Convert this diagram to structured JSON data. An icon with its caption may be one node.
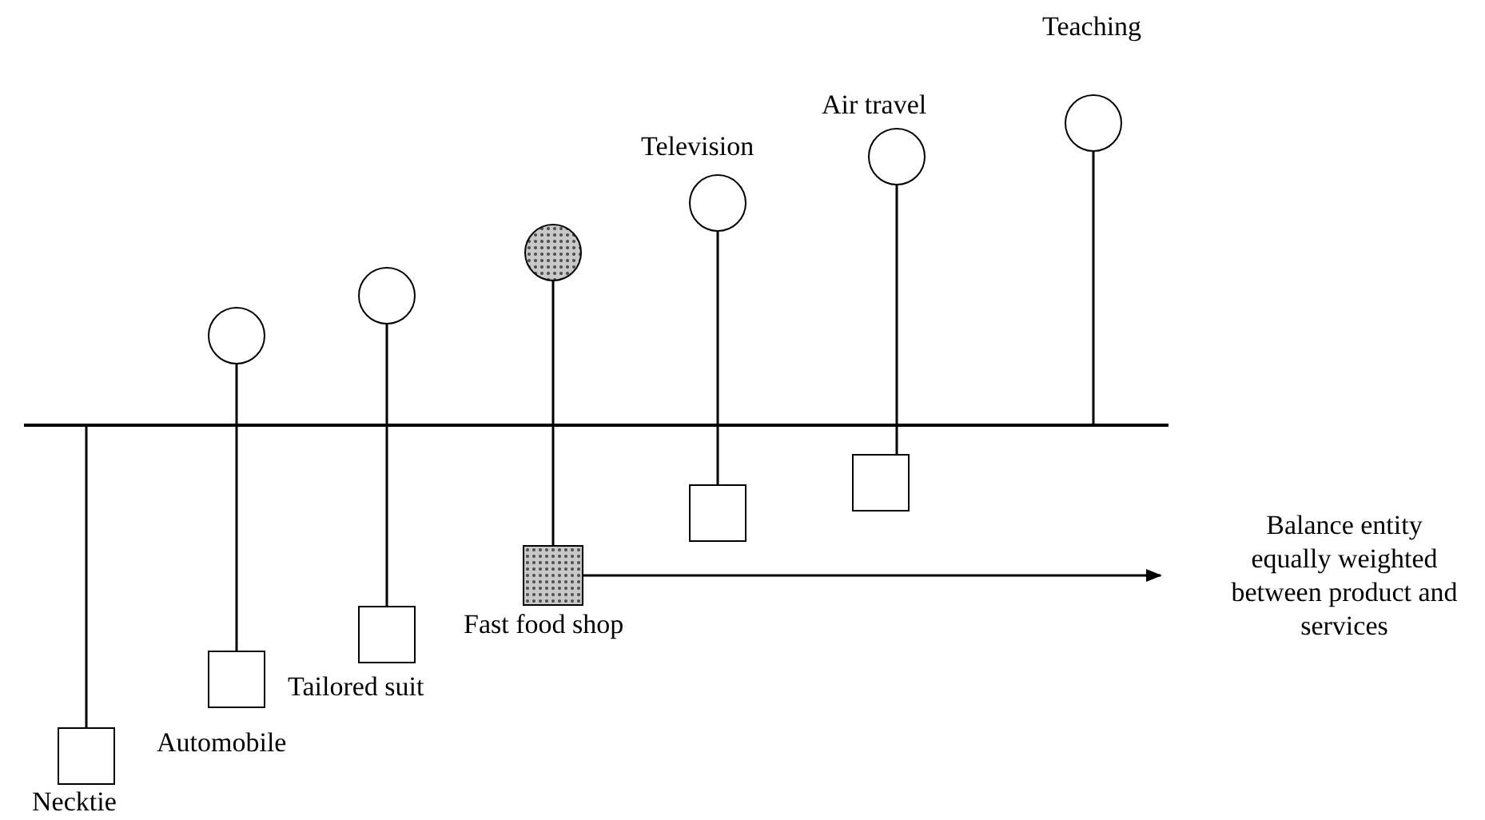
{
  "diagram": {
    "nodes": [
      {
        "text": [],
        "shape": "bar"
      },
      {
        "text": [],
        "shape": "box",
        "beside": [
          "Necktie"
        ]
      },
      {
        "text": [],
        "shape": "circle"
      },
      {
        "text": [],
        "shape": "box",
        "beside": [
          "Automobile"
        ]
      },
      {
        "text": [],
        "shape": "circle"
      },
      {
        "text": [],
        "shape": "box",
        "beside": [
          "Tailored suit"
        ]
      },
      {
        "text": [],
        "shape": "circle"
      },
      {
        "text": [],
        "shape": "box",
        "beside": [
          "Fast food shop"
        ]
      },
      {
        "text": [],
        "shape": "circle",
        "beside": [
          "Television"
        ]
      },
      {
        "text": [],
        "shape": "box"
      },
      {
        "text": [],
        "shape": "circle",
        "beside": [
          "Air travel"
        ]
      },
      {
        "text": [],
        "shape": "box"
      },
      {
        "text": [],
        "shape": "circle",
        "beside": [
          "Teaching"
        ]
      },
      {
        "text": [
          "Balance entity equally weighted between product and services"
        ]
      }
    ],
    "edges": [
      {
        "from": 0,
        "to": 1,
        "arrow": "none"
      },
      {
        "from": 3,
        "to": 2,
        "arrow": "none"
      },
      {
        "from": 5,
        "to": 4,
        "arrow": "none"
      },
      {
        "from": 7,
        "to": 6,
        "arrow": "none"
      },
      {
        "from": 9,
        "to": 8,
        "arrow": "none"
      },
      {
        "from": 11,
        "to": 10,
        "arrow": "none"
      },
      {
        "from": 0,
        "to": 12,
        "arrow": "none"
      },
      {
        "from": 7,
        "to": 13,
        "arrow": "to"
      }
    ]
  }
}
